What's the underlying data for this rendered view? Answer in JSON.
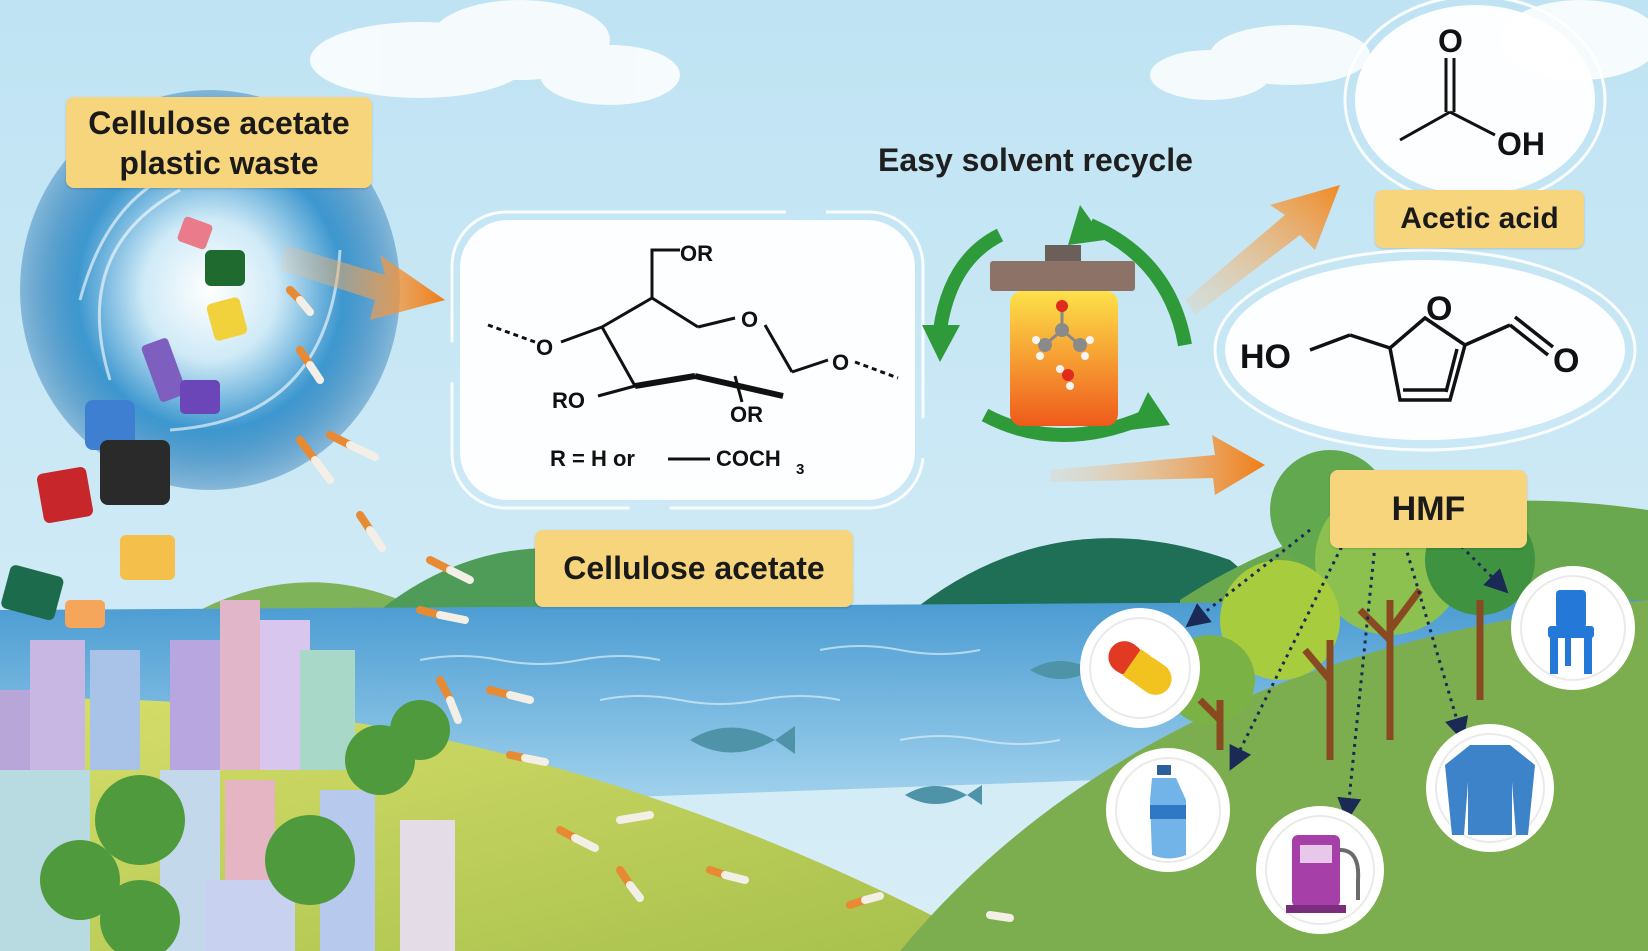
{
  "labels": {
    "waste_line1": "Cellulose acetate",
    "waste_line2": "plastic waste",
    "cellulose_acetate": "Cellulose acetate",
    "solvent_recycle": "Easy solvent recycle",
    "acetic_acid": "Acetic acid",
    "hmf": "HMF"
  },
  "cellulose_structure": {
    "or_top": "OR",
    "ring_o": "O",
    "o_left": "O",
    "o_right": "O",
    "ro_left": "RO",
    "or_bottom": "OR",
    "r_def_prefix": "R = H or",
    "r_def_group": "COCH",
    "r_def_sub": "3"
  },
  "acetic_acid_structure": {
    "carbonyl_o": "O",
    "hydroxyl": "OH"
  },
  "hmf_structure": {
    "ring_o": "O",
    "hydroxyl": "HO",
    "aldehyde_o": "O"
  },
  "colors": {
    "label_bg": "#f7d57c",
    "recycle_arrow": "#2e9a3a",
    "flow_arrow": "#f08a24",
    "sea": "#5aa7d8",
    "grass": "#b9cf5a"
  },
  "product_icons": [
    "pill-icon",
    "water-bottle-icon",
    "fuel-pump-icon",
    "shirt-icon",
    "chair-icon"
  ]
}
